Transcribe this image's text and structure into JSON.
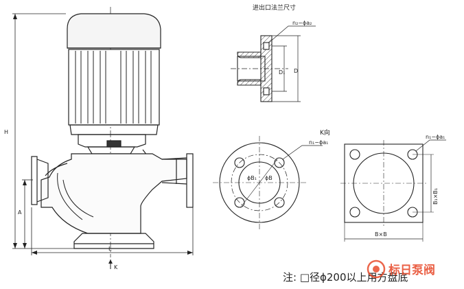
{
  "captions": {
    "flange_title": "进出口法兰尺寸",
    "k_view": "K向"
  },
  "dims": {
    "H": "H",
    "A": "A",
    "L": "L",
    "K": "K",
    "D1": "D₁",
    "D": "D",
    "n2_phi_a2": "n₂−ϕa₂",
    "n1_phi_a1_round": "n₁−ϕa₁",
    "n1_phi_a1_square": "n₁−ϕa₁",
    "phi_B1": "ϕB₁",
    "phi_B": "ϕB",
    "B1xB1": "B₁×B₁",
    "BxB": "B×B"
  },
  "note": "注: □径ϕ200以上用方盘底",
  "watermark": {
    "text": "标日泵阀",
    "color": "#e84b2c"
  }
}
